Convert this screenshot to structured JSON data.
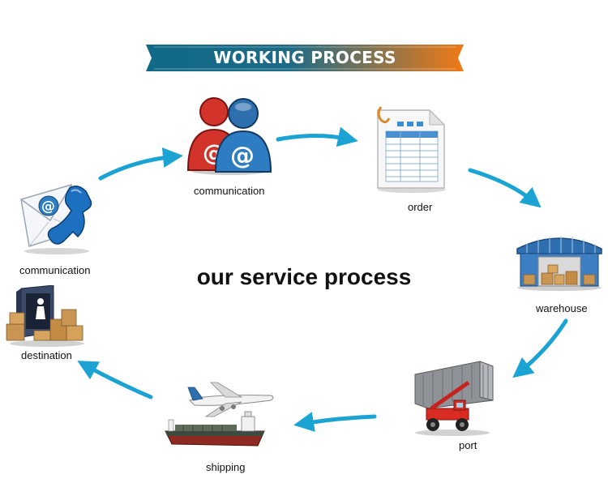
{
  "banner": {
    "title": "WORKING PROCESS",
    "color_start": "#0f6a88",
    "color_end": "#f07a16"
  },
  "center": {
    "title": "our service process"
  },
  "arrow_color": "#1ba3d3",
  "steps": [
    {
      "label": "communication",
      "icon": "people-email-icon"
    },
    {
      "label": "order",
      "icon": "order-form-icon"
    },
    {
      "label": "warehouse",
      "icon": "warehouse-icon"
    },
    {
      "label": "port",
      "icon": "container-crane-icon"
    },
    {
      "label": "shipping",
      "icon": "ship-and-plane-icon"
    },
    {
      "label": "destination",
      "icon": "truck-boxes-icon"
    },
    {
      "label": "communication",
      "icon": "phone-email-icon"
    }
  ]
}
